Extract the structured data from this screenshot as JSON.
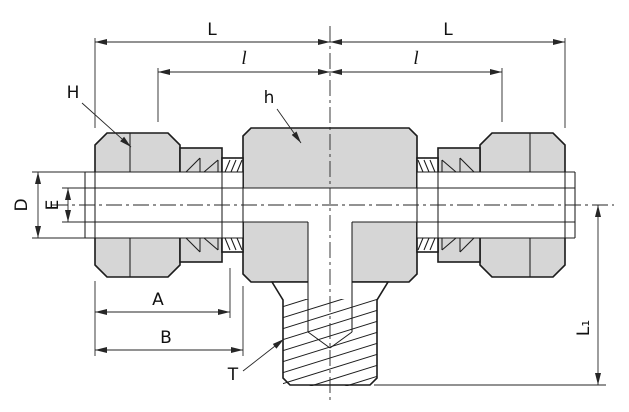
{
  "drawing": {
    "type": "technical-dimension-drawing",
    "subject": "compression-tube-fitting-branch-tee",
    "colors": {
      "background": "#ffffff",
      "line": "#1c1c1c",
      "metal_fill": "#d6d6d6"
    },
    "labels": {
      "L_left": "L",
      "L_right": "L",
      "l_left": "l",
      "l_right": "l",
      "H": "H",
      "h": "h",
      "D": "D",
      "E": "E",
      "A": "A",
      "B": "B",
      "T": "T",
      "L1": "L₁"
    }
  }
}
